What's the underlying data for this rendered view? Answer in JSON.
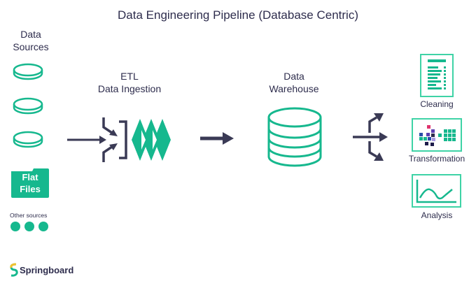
{
  "title": "Data Engineering Pipeline (Database Centric)",
  "stages": {
    "sources": {
      "label_line1": "Data",
      "label_line2": "Sources",
      "databases": [
        "database-1",
        "database-2",
        "database-3"
      ],
      "flat_files_line1": "Flat",
      "flat_files_line2": "Files",
      "other_label": "Other sources"
    },
    "etl": {
      "label_line1": "ETL",
      "label_line2": "Data Ingestion"
    },
    "warehouse": {
      "label_line1": "Data",
      "label_line2": "Warehouse"
    },
    "outputs": [
      {
        "label": "Cleaning",
        "icon": "document-list-icon"
      },
      {
        "label": "Transformation",
        "icon": "grid-blocks-icon"
      },
      {
        "label": "Analysis",
        "icon": "line-chart-icon"
      }
    ]
  },
  "brand": {
    "name": "Springboard"
  },
  "colors": {
    "accent": "#16b88e",
    "accent_light": "#3fd3a6",
    "dark": "#3a3a55",
    "text": "#2e2d4d",
    "pink": "#e0336e",
    "purple": "#5b3fb0",
    "blue": "#2a4fa8",
    "navy": "#1d1b4a",
    "lavender": "#a99be0"
  }
}
